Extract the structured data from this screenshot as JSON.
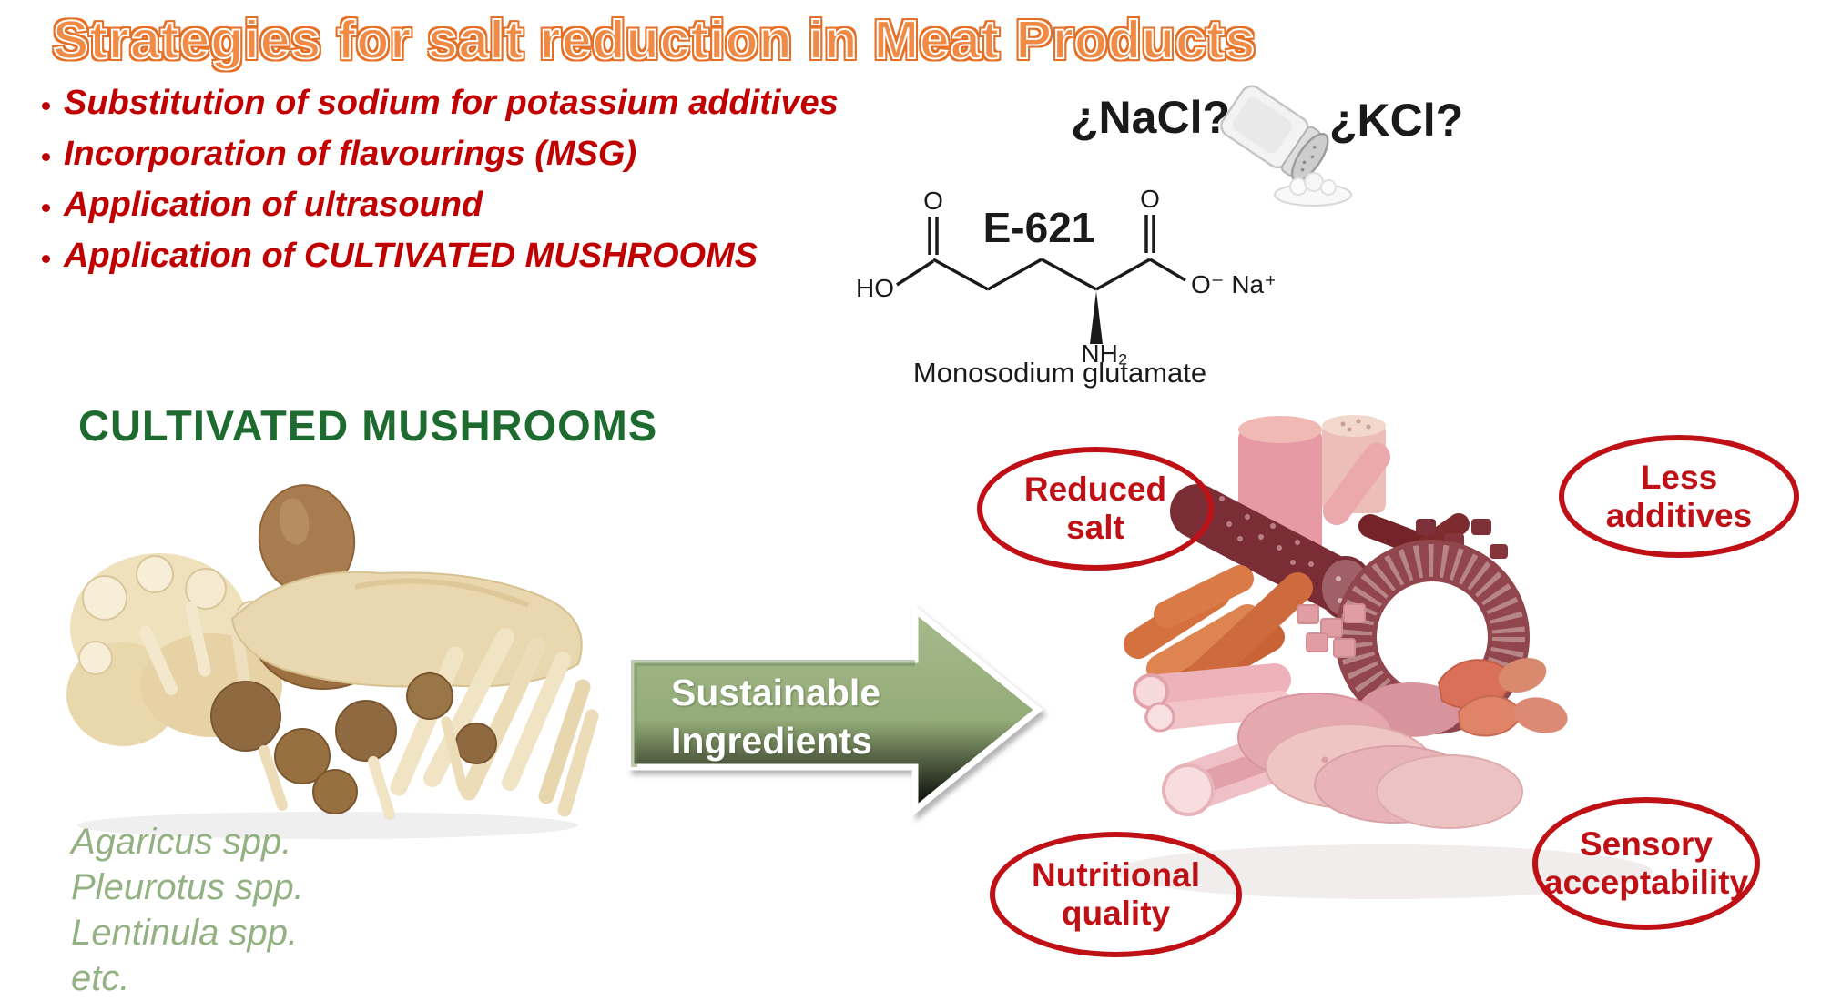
{
  "title": "Strategies for salt reduction in Meat Products",
  "strategies": [
    "Substitution of sodium for potassium additives",
    "Incorporation of flavourings (MSG)",
    "Application of ultrasound",
    "Application of CULTIVATED MUSHROOMS"
  ],
  "salt_question": {
    "nacl": "¿NaCl?",
    "kcl": "¿KCl?"
  },
  "msg_structure": {
    "code": "E-621",
    "caption": "Monosodium glutamate",
    "ho": "HO",
    "o_left": "O",
    "o_right": "O",
    "o_na": "O⁻ Na⁺",
    "nh2": "NH₂"
  },
  "mushrooms": {
    "heading": "CULTIVATED MUSHROOMS",
    "species": [
      "Agaricus spp.",
      "Pleurotus spp.",
      "Lentinula spp.",
      "etc."
    ]
  },
  "arrow": {
    "line1": "Sustainable",
    "line2": "Ingredients"
  },
  "benefits": [
    {
      "line1": "Reduced",
      "line2": "salt"
    },
    {
      "line1": "Less",
      "line2": "additives"
    },
    {
      "line1": "Nutritional",
      "line2": "quality"
    },
    {
      "line1": "Sensory",
      "line2": "acceptability"
    }
  ],
  "colors": {
    "title_orange": "#e56f25",
    "bullet_red": "#c00000",
    "heading_green": "#1e6b30",
    "species_green": "#93b183",
    "arrow_green": "#94ac78",
    "bubble_red": "#bf1016"
  }
}
